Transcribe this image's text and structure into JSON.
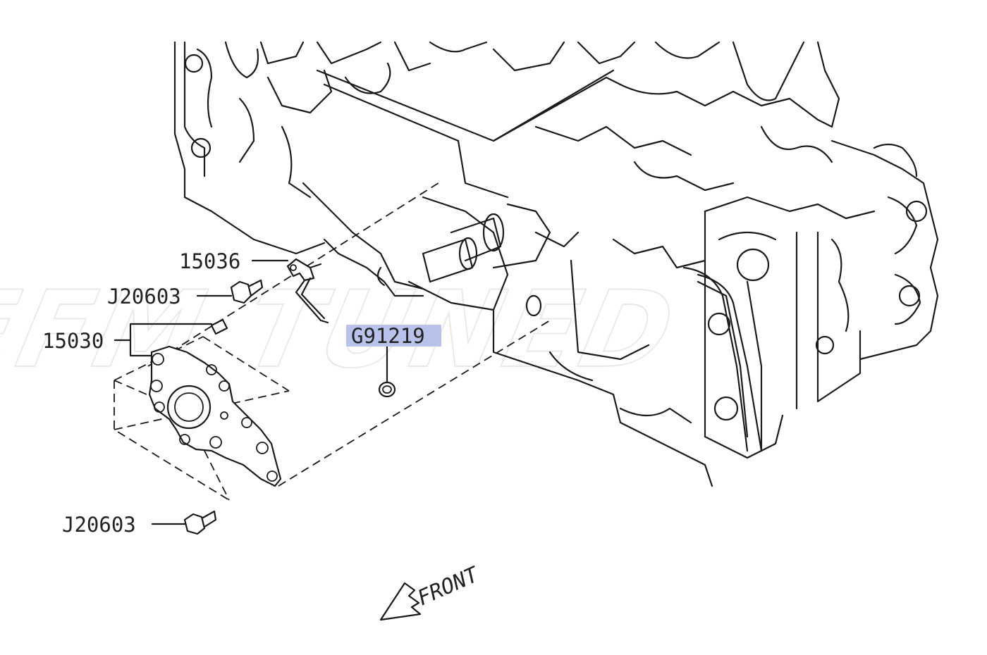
{
  "watermark": "EFM TUNED",
  "labels": {
    "part_15036": "15036",
    "bolt_upper": "J20603",
    "part_15030": "15030",
    "bolt_lower": "J20603",
    "part_g91219": "G91219"
  },
  "highlight": {
    "target": "G91219",
    "color": "#b8c2ea"
  },
  "direction": {
    "label": "FRONT",
    "icon": "front-arrow-icon"
  },
  "colors": {
    "line": "#1a1a1a",
    "text": "#222222",
    "watermark": "#e9e9e9"
  }
}
